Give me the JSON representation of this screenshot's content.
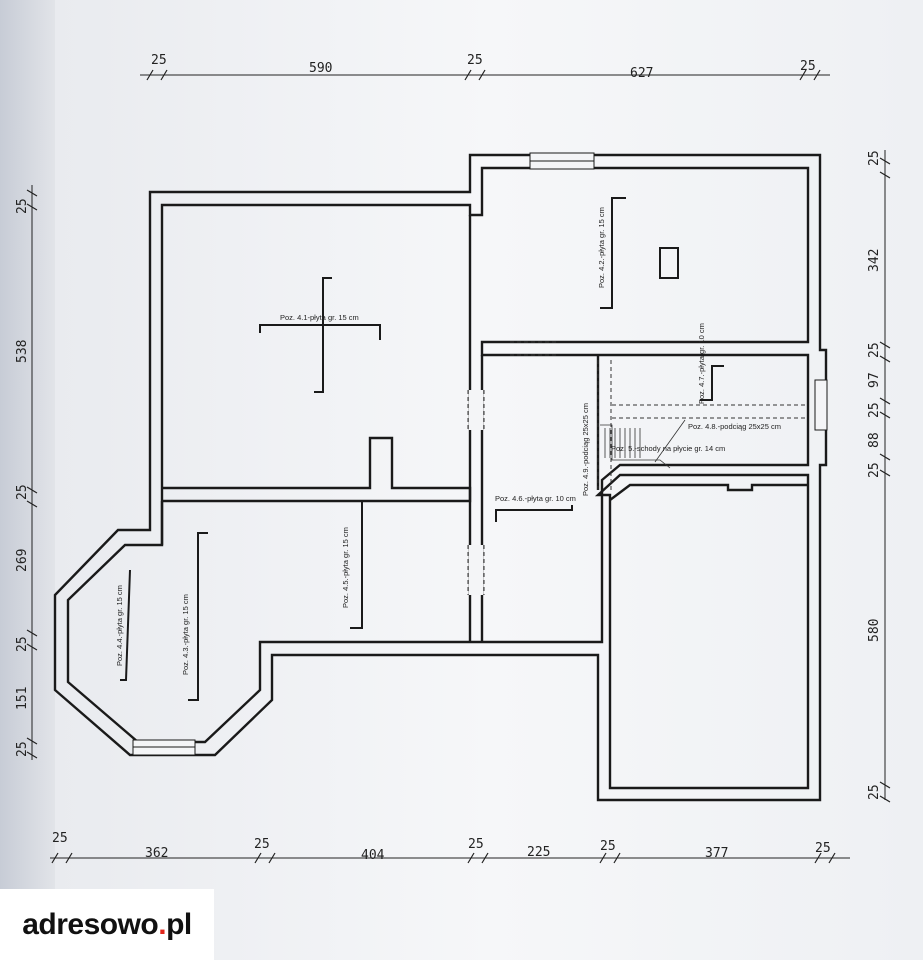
{
  "dimensions": {
    "top": [
      "25",
      "590",
      "25",
      "627",
      "25"
    ],
    "bottom": [
      "25",
      "362",
      "25",
      "404",
      "25",
      "225",
      "25",
      "377",
      "25"
    ],
    "left": [
      "25",
      "538",
      "25",
      "269",
      "25",
      "151",
      "25"
    ],
    "right": [
      "25",
      "342",
      "25",
      "97",
      "25",
      "88",
      "25",
      "580",
      "25"
    ]
  },
  "labels": {
    "poz_4_1": "Poz. 4.1-płyta gr. 15 cm",
    "poz_4_2": "Poz. 4.2.-płyta gr. 15 cm",
    "poz_4_3": "Poz. 4.3.-płyta gr. 15 cm",
    "poz_4_4": "Poz. 4.4.-płyta gr. 15 cm",
    "poz_4_5": "Poz. 4.5.-płyta gr. 15 cm",
    "poz_4_6": "Poz. 4.6.-płyta gr. 10 cm",
    "poz_4_7": "Poz. 4.7.-płyta gr. 10 cm",
    "poz_4_8": "Poz. 4.8.-podciąg 25x25 cm",
    "poz_4_9": "Poz. 4.9.-podciąg 25x25 cm",
    "poz_5": "Poz. 5.-schody na płycie gr. 14 cm"
  },
  "watermark": {
    "brand": "adresowo",
    "dot": ".",
    "tld": "pl"
  },
  "colors": {
    "paper": "#f4f5f7",
    "line": "#1a1a1a",
    "accent": "#e0261b"
  }
}
